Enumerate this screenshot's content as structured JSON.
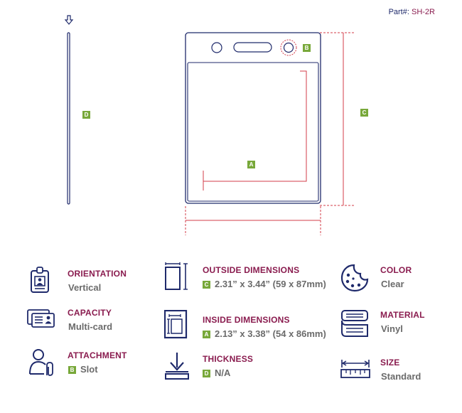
{
  "header": {
    "part_label": "Part#:",
    "part_number": "SH-2R"
  },
  "diagram": {
    "badges": {
      "side_thickness": "D",
      "slot_hole": "B",
      "outside_height": "C",
      "inside_area": "A"
    }
  },
  "specs": {
    "orientation": {
      "label": "ORIENTATION",
      "value": "Vertical",
      "icon": "id-badge-icon"
    },
    "capacity": {
      "label": "CAPACITY",
      "value": "Multi-card",
      "icon": "cards-icon"
    },
    "attachment": {
      "label": "ATTACHMENT",
      "badge": "B",
      "value": "Slot",
      "icon": "person-clip-icon"
    },
    "outside_dimensions": {
      "label": "OUTSIDE DIMENSIONS",
      "badge": "C",
      "value": "2.31” x 3.44” (59 x 87mm)",
      "icon": "outside-dimensions-icon"
    },
    "inside_dimensions": {
      "label": "INSIDE DIMENSIONS",
      "badge": "A",
      "value": "2.13” x 3.38” (54 x 86mm)",
      "icon": "inside-dimensions-icon"
    },
    "thickness": {
      "label": "THICKNESS",
      "badge": "D",
      "value": "N/A",
      "icon": "thickness-icon"
    },
    "color": {
      "label": "COLOR",
      "value": "Clear",
      "icon": "palette-icon"
    },
    "material": {
      "label": "MATERIAL",
      "value": "Vinyl",
      "icon": "material-icon"
    },
    "size": {
      "label": "SIZE",
      "value": "Standard",
      "icon": "ruler-icon"
    }
  }
}
